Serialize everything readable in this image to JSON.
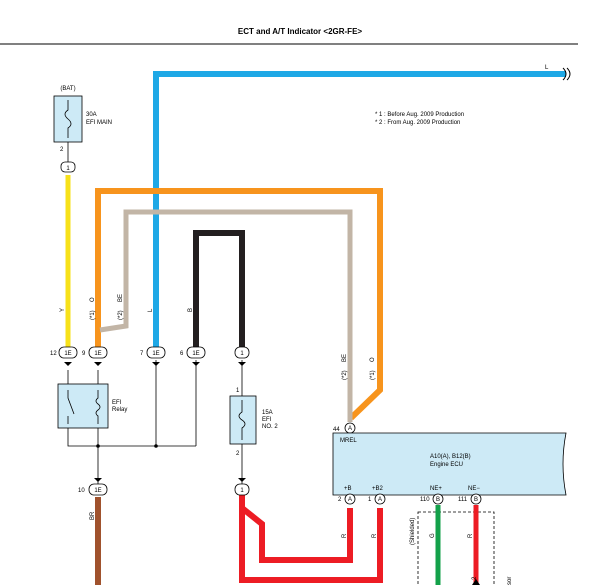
{
  "title": "ECT and A/T Indicator <2GR-FE>",
  "notes": [
    "* 1 : Before Aug. 2009 Production",
    "* 2 : From Aug. 2009 Production"
  ],
  "colors": {
    "blue": "#1ea8e6",
    "yellow": "#f7e11a",
    "orange": "#f7941d",
    "tan": "#c2b5a6",
    "black": "#231f20",
    "red": "#ed1c24",
    "brown": "#a0522d",
    "green": "#13a14a",
    "ecu_fill": "#cdeaf6",
    "fuse_fill": "#cdeaf6"
  },
  "bat": {
    "label": "(BAT)",
    "fuse_rating": "30A",
    "fuse_name": "EFI MAIN",
    "pin": "2",
    "connector": "1"
  },
  "wires": {
    "l_top": "L",
    "y": "Y",
    "o": "O",
    "o_note": "(*1)",
    "be": "BE",
    "be_note": "(*2)",
    "l": "L",
    "b": "B",
    "br": "BR",
    "r1": "R",
    "r2": "R",
    "g": "G",
    "r3": "R",
    "shielded": "(Shielded)",
    "be_right": "BE",
    "be_right_note": "(*2)",
    "o_right": "O",
    "o_right_note": "(*1)"
  },
  "connectors": [
    {
      "pin": "12",
      "id": "1E"
    },
    {
      "pin": "9",
      "id": "1E"
    },
    {
      "pin": "7",
      "id": "1E"
    },
    {
      "pin": "6",
      "id": "1E"
    },
    {
      "pin": "",
      "id": "1"
    },
    {
      "pin": "10",
      "id": "1E"
    },
    {
      "pin": "",
      "id": "1"
    }
  ],
  "relay": {
    "name": "EFI",
    "name2": "Relay"
  },
  "fuse2": {
    "top_pin": "1",
    "rating": "15A",
    "name": "EFI",
    "name2": "NO. 2",
    "bottom_pin": "2"
  },
  "ecu": {
    "pin_mrel": "44",
    "conn_mrel": "A",
    "mrel": "MREL",
    "title1": "A10(A), B12(B)",
    "title2": "Engine ECU",
    "terms": [
      {
        "name": "+B",
        "pin": "2",
        "conn": "A"
      },
      {
        "name": "+B2",
        "pin": "1",
        "conn": "A"
      },
      {
        "name": "NE+",
        "pin": "110",
        "conn": "B"
      },
      {
        "name": "NE−",
        "pin": "111",
        "conn": "B"
      }
    ]
  },
  "bottom": {
    "pin": "2",
    "sensor": "sor"
  }
}
